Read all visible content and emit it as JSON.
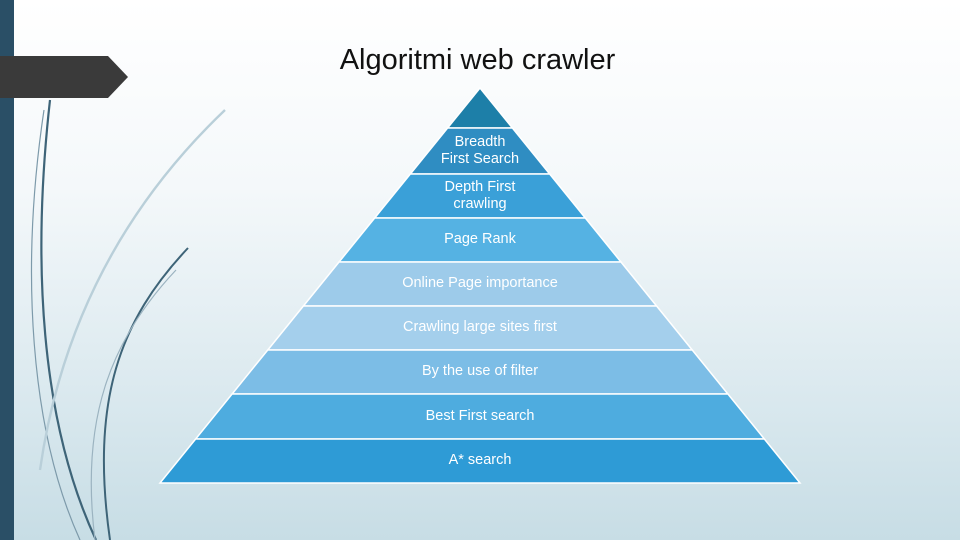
{
  "slide": {
    "title": "Algoritmi web crawler"
  },
  "pyramid": {
    "layers": [
      {
        "label": "Breadth\nFirst Search",
        "color": "#2f8dc2"
      },
      {
        "label": "Depth First\ncrawling",
        "color": "#3aa0d8"
      },
      {
        "label": "Page Rank",
        "color": "#55b2e3"
      },
      {
        "label": "Online Page importance",
        "color": "#9dcbea"
      },
      {
        "label": "Crawling large sites first",
        "color": "#a4cfec"
      },
      {
        "label": "By the use of filter",
        "color": "#7cbde6"
      },
      {
        "label": "Best First search",
        "color": "#4eacdf"
      },
      {
        "label": "A* search",
        "color": "#2e9bd6"
      }
    ],
    "apex_color": "#1d7fa8"
  },
  "colors": {
    "left_bar": "#2a4f66",
    "arrow_tab": "#3a3a3a",
    "deco_lines": "#4d6f82"
  }
}
